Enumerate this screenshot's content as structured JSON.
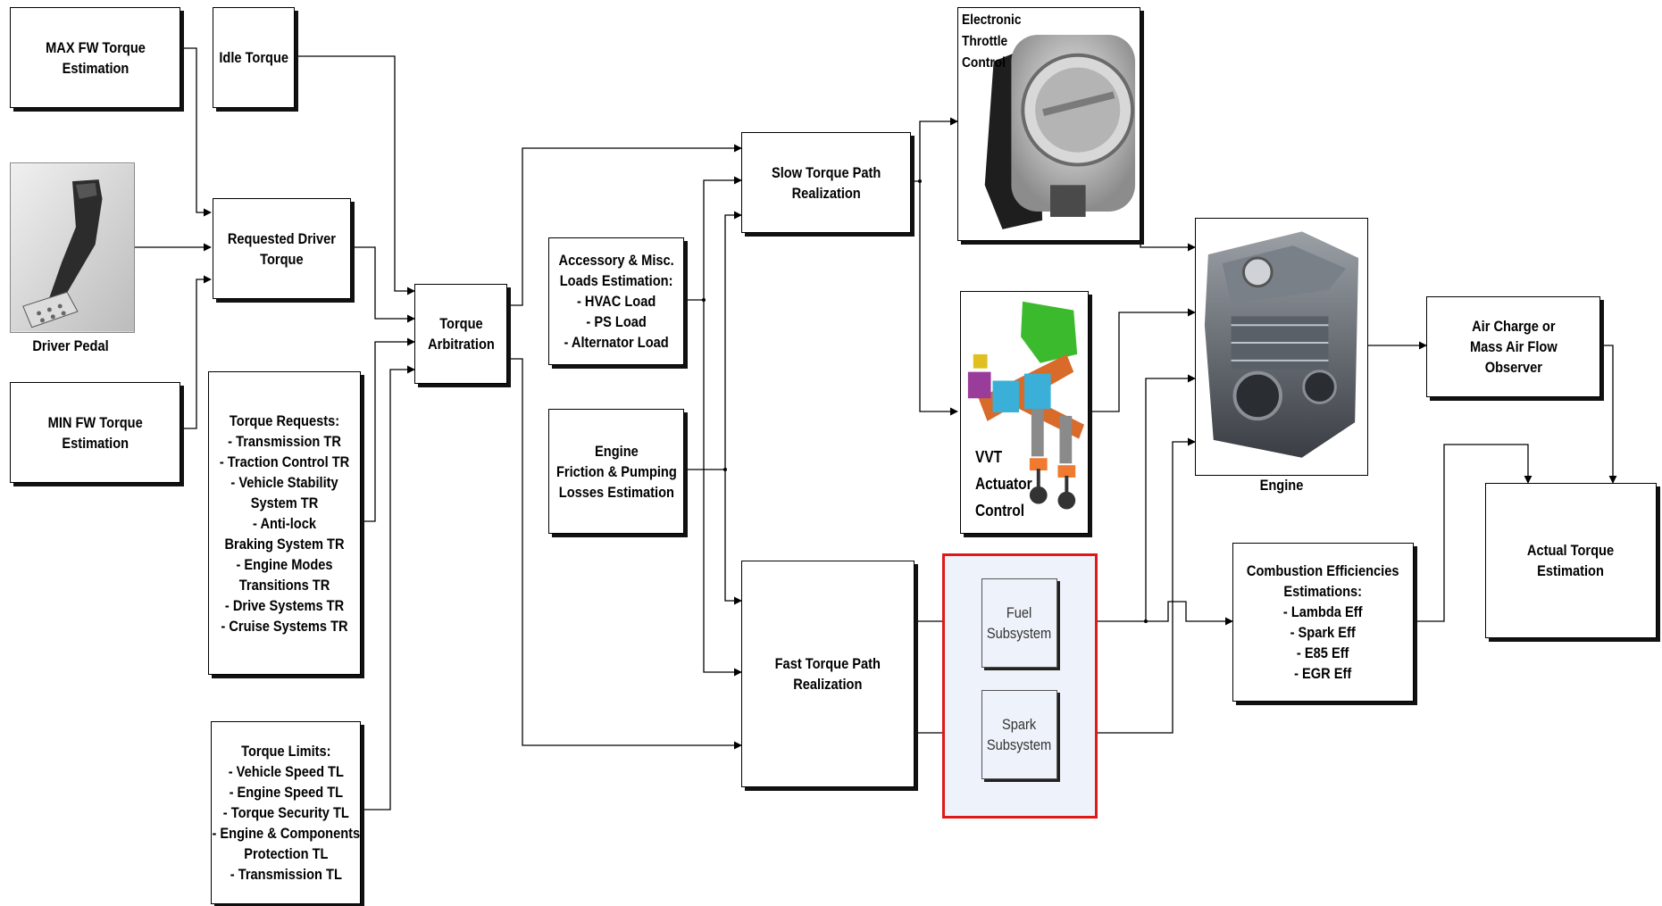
{
  "blocks": {
    "max_fw": [
      "MAX FW Torque",
      "Estimation"
    ],
    "idle": [
      "Idle Torque"
    ],
    "driver_pedal_caption": "Driver Pedal",
    "requested_driver": [
      "Requested Driver",
      "Torque"
    ],
    "min_fw": [
      "MIN FW Torque",
      "Estimation"
    ],
    "torque_requests": [
      "Torque Requests:",
      "- Transmission TR",
      "- Traction Control TR",
      "- Vehicle Stability",
      "System TR",
      "- Anti-lock",
      "Braking System TR",
      "- Engine Modes",
      "Transitions TR",
      "- Drive Systems TR",
      "- Cruise Systems TR"
    ],
    "torque_limits": [
      "Torque Limits:",
      "- Vehicle Speed TL",
      "- Engine Speed TL",
      "- Torque Security TL",
      "- Engine & Components",
      "Protection TL",
      "- Transmission TL"
    ],
    "torque_arbitration": [
      "Torque",
      "Arbitration"
    ],
    "accessory_loads": [
      "Accessory & Misc.",
      "Loads Estimation:",
      "- HVAC Load",
      "- PS Load",
      "- Alternator Load"
    ],
    "engine_friction": [
      "Engine",
      "Friction & Pumping",
      "Losses Estimation"
    ],
    "slow_path": [
      "Slow Torque Path",
      "Realization"
    ],
    "fast_path": [
      "Fast Torque Path",
      "Realization"
    ],
    "etc_label": [
      "Electronic",
      "Throttle",
      "Control"
    ],
    "vvt_label": [
      "VVT",
      "Actuator",
      "Control"
    ],
    "fuel_subsystem": [
      "Fuel",
      "Subsystem"
    ],
    "spark_subsystem": [
      "Spark",
      "Subsystem"
    ],
    "engine_caption": "Engine",
    "air_charge": [
      "Air Charge or",
      "Mass Air Flow",
      "Observer"
    ],
    "combustion": [
      "Combustion Efficiencies",
      "Estimations:",
      "- Lambda Eff",
      "- Spark Eff",
      "- E85 Eff",
      "- EGR Eff"
    ],
    "actual_torque": [
      "Actual Torque",
      "Estimation"
    ]
  },
  "colors": {
    "highlight_border": "#e01818",
    "subsystem_fill": "#eef2fa",
    "line": "#000000"
  }
}
